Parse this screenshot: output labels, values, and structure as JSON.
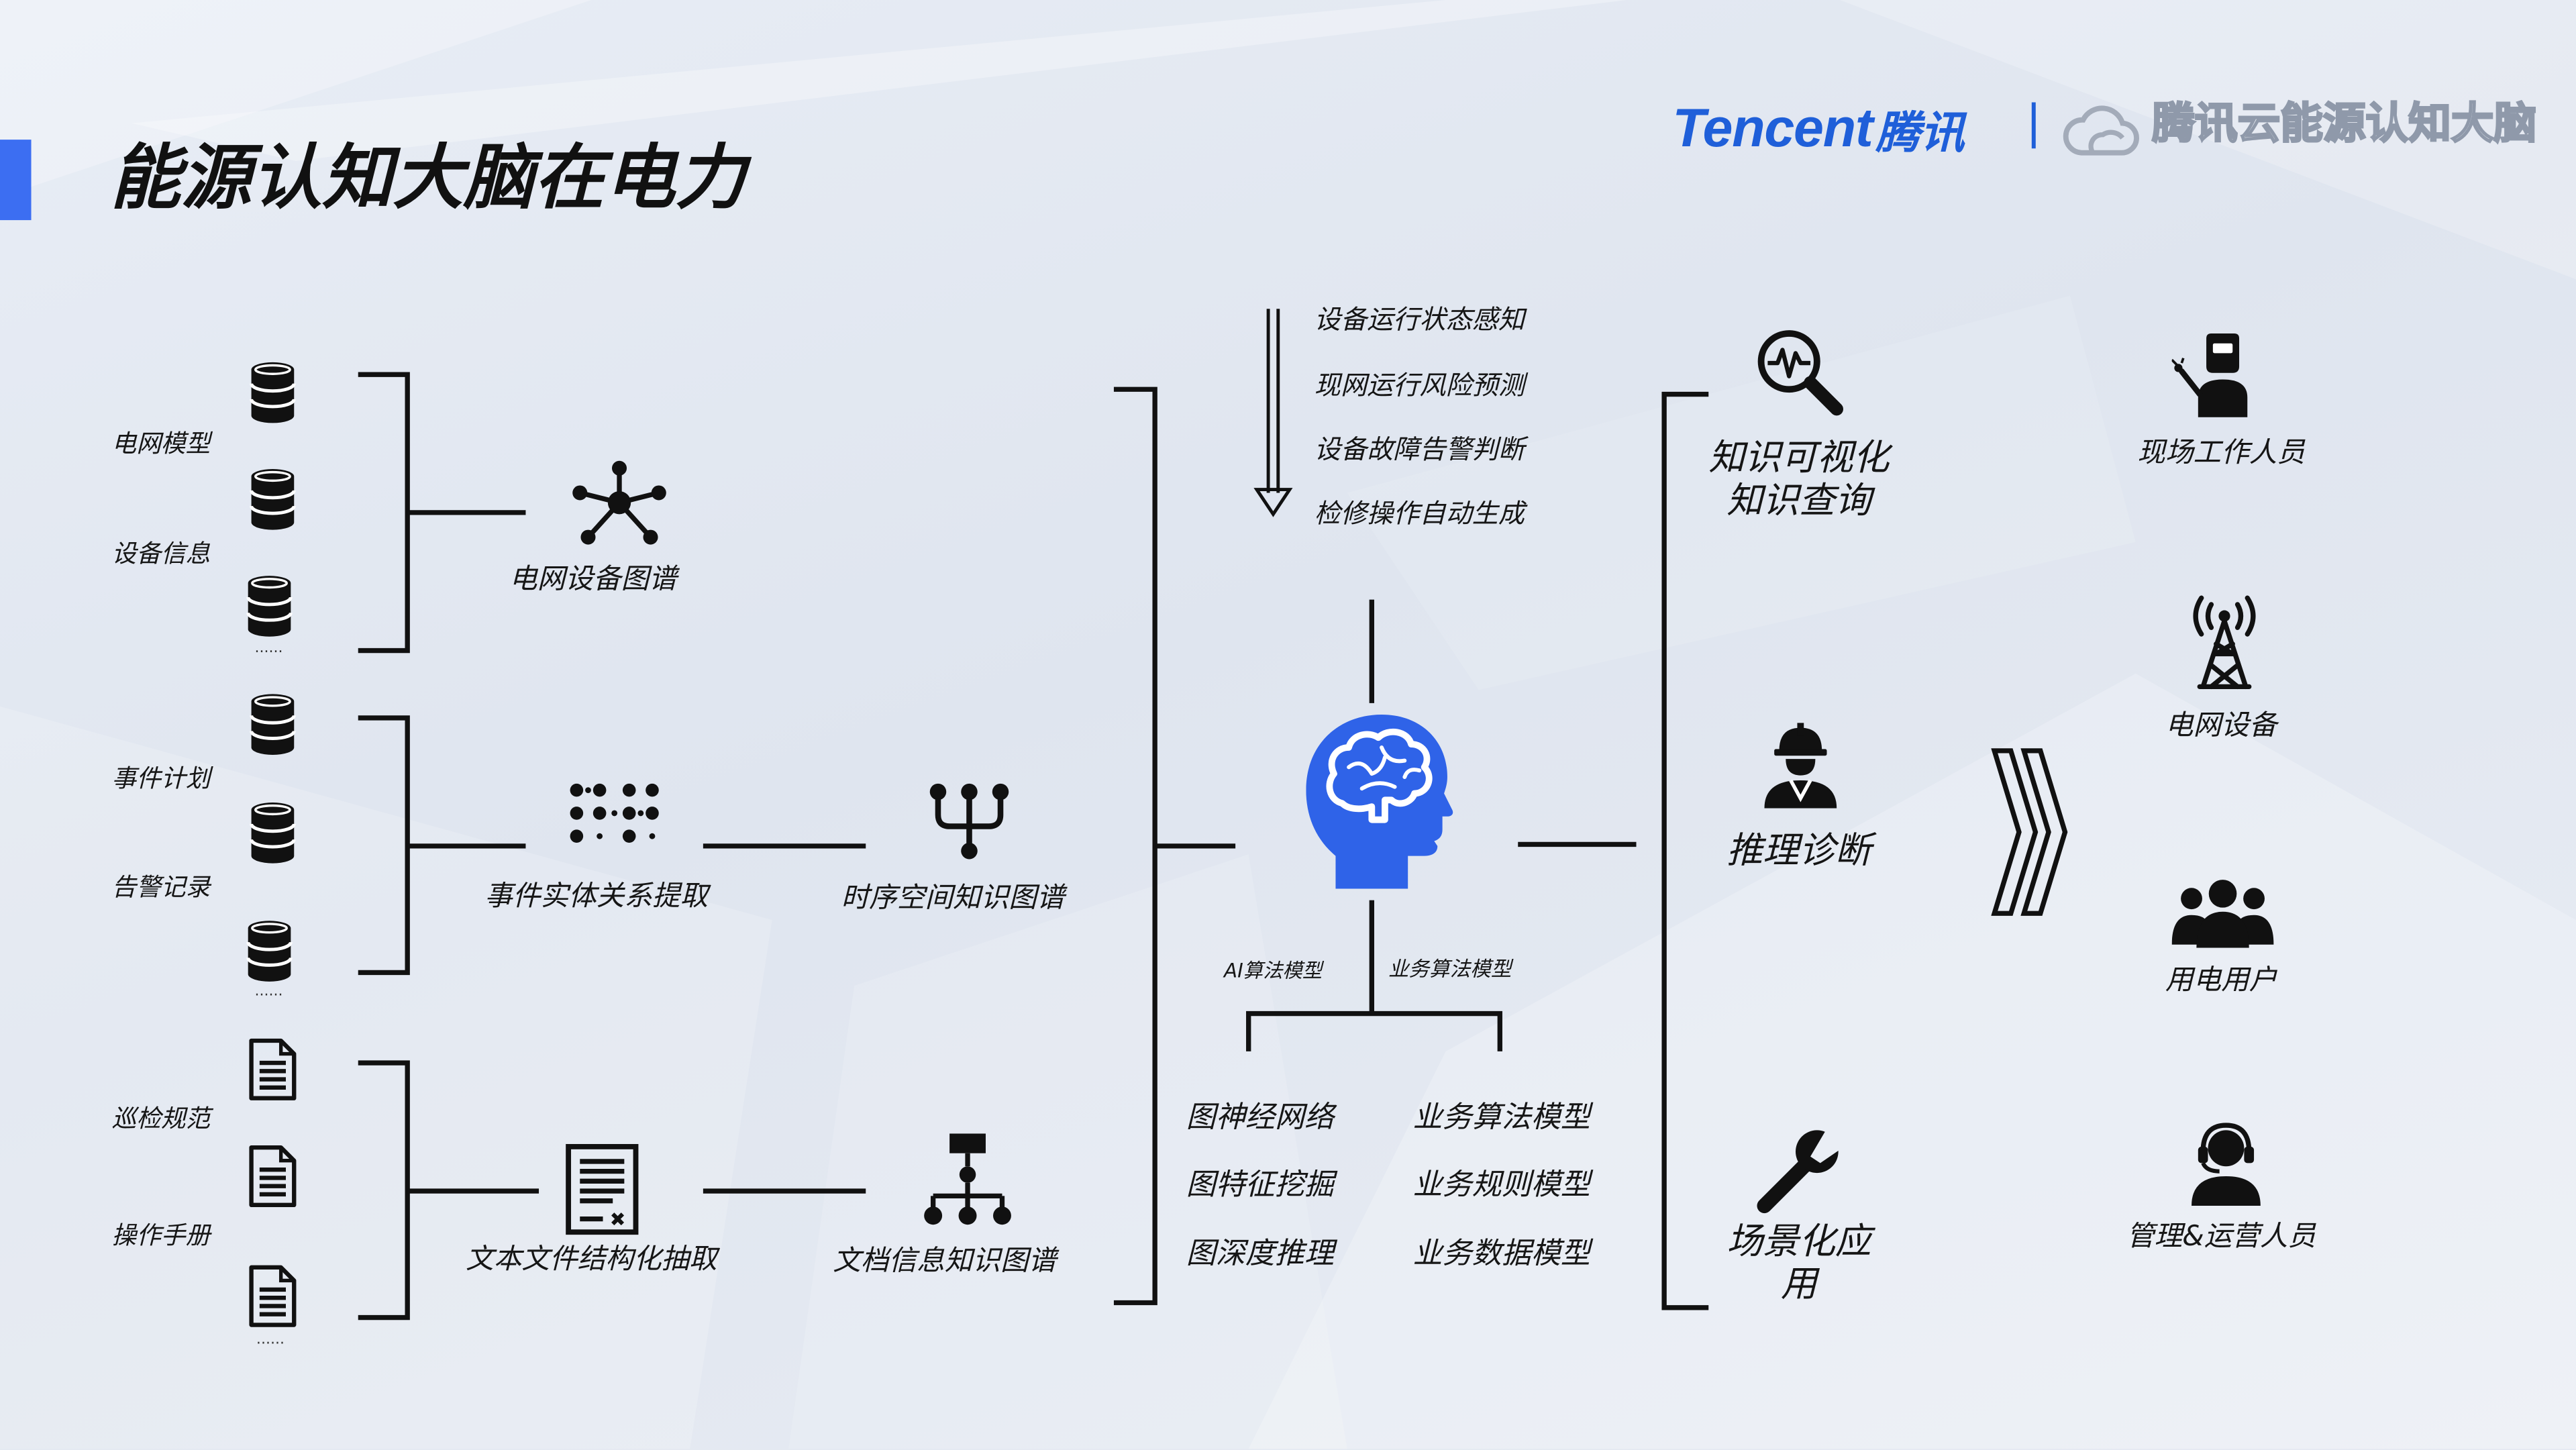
{
  "slide": {
    "title": "能源认知大脑在电力",
    "accent_color": "#3c6ef2"
  },
  "logo": {
    "brand_en": "Tencent",
    "brand_cn": "腾讯",
    "divider": "|",
    "product": "腾讯云能源认知大脑",
    "brand_color": "#1f5fd9",
    "icon": "cloud-icon"
  },
  "sources": [
    {
      "icon": "database-icon",
      "labels": [
        "电网模型",
        "设备信息"
      ],
      "more": "......"
    },
    {
      "icon": "database-icon",
      "labels": [
        "事件计划",
        "告警记录"
      ],
      "more": "......"
    },
    {
      "icon": "document-icon",
      "labels": [
        "巡检规范",
        "操作手册"
      ],
      "more": "......"
    }
  ],
  "processing": [
    {
      "icon": "network-graph-icon",
      "label": "电网设备图谱"
    },
    {
      "icon": "entity-dots-icon",
      "label": "事件实体关系提取"
    },
    {
      "icon": "text-file-icon",
      "label": "文本文件结构化抽取"
    }
  ],
  "knowledge_graphs": [
    {
      "icon": "merge-tree-icon",
      "label": "时序空间知识图谱"
    },
    {
      "icon": "hierarchy-icon",
      "label": "文档信息知识图谱"
    }
  ],
  "brain": {
    "icon": "brain-head-icon",
    "color": "#2f63e8",
    "perception": [
      "设备运行状态感知",
      "现网运行风险预测",
      "设备故障告警判断",
      "检修操作自动生成"
    ],
    "model_groups": [
      {
        "label": "AI算法模型",
        "items": [
          "图神经网络",
          "图特征挖掘",
          "图深度推理"
        ]
      },
      {
        "label": "业务算法模型",
        "items": [
          "业务算法模型",
          "业务规则模型",
          "业务数据模型"
        ]
      }
    ]
  },
  "applications": [
    {
      "icon": "magnifier-pulse-icon",
      "lines": [
        "知识可视化",
        "知识查询"
      ]
    },
    {
      "icon": "engineer-icon",
      "lines": [
        "推理诊断"
      ]
    },
    {
      "icon": "wrench-icon",
      "lines": [
        "场景化应",
        "用"
      ]
    }
  ],
  "flow_icon": "double-chevron-icon",
  "audiences": [
    {
      "icon": "welder-icon",
      "label": "现场工作人员"
    },
    {
      "icon": "transmission-tower-icon",
      "label": "电网设备"
    },
    {
      "icon": "user-group-icon",
      "label": "用电用户"
    },
    {
      "icon": "support-agent-icon",
      "label": "管理&运营人员"
    }
  ]
}
